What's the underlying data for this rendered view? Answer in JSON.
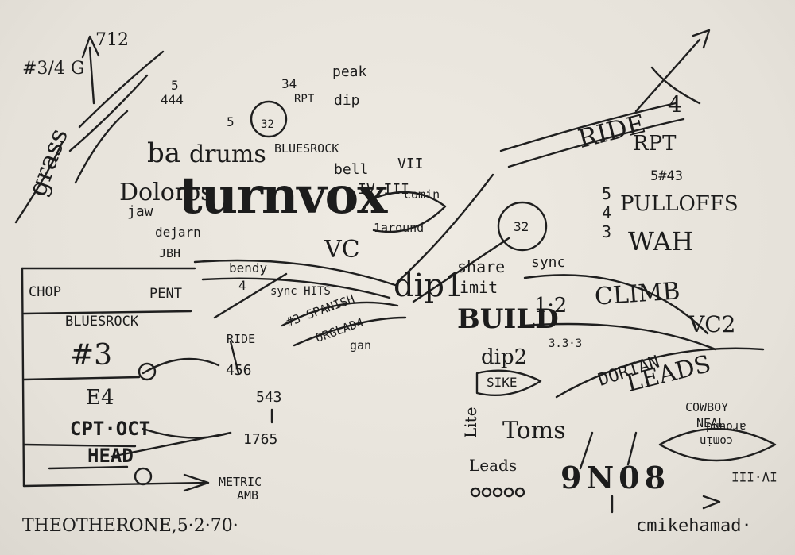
{
  "sketch": {
    "signature": "THEOTHERONE,5·2·70·",
    "credit": "cmikehamad·",
    "left_panel": {
      "chop": "CHOP",
      "pent": "PENT",
      "bluesrock": "BLUESROCK",
      "sharp3": "#3",
      "e4": "E4",
      "cpt_oct": "CPT·OCT",
      "head": "HEAD",
      "metric": "METRIC",
      "amb": "AMB"
    },
    "top_left": {
      "sharp_g": "#3/4 G",
      "num_712": "712",
      "num_5": "5",
      "num_444": "444",
      "num_5b": "5",
      "num_34": "34",
      "peak": "peak",
      "dip": "dip",
      "rpt": "RPT",
      "badge_32": "32",
      "bluesrock": "BLUESROCK",
      "bell": "bell",
      "vii": "VII",
      "ba": "ba",
      "drums": "drums",
      "jaw": "jaw",
      "grass": "grass",
      "jbh": "JBH",
      "dolores": "Doloros",
      "dejarin": "dejarn",
      "shumvox": "turnvox",
      "iv_iii": "IV·III",
      "comin": "comin",
      "around": "1around",
      "vc": "VC",
      "bendy": "bendy",
      "num_4": "4",
      "sync_hits": "sync HITS"
    },
    "middle": {
      "ride": "RIDE",
      "num_456": "456",
      "num_543": "543",
      "num_1765": "1765",
      "spanish": "#3 SPANISH",
      "orglad": "ORGLAD4",
      "gan": "gan",
      "dip1": "dip1",
      "share": "share",
      "imit": "imit",
      "build": "BUILD",
      "one_two": "1·2",
      "dip2": "dip2",
      "sike": "SIKE"
    },
    "right": {
      "ride": "RIDE",
      "num_4": "4",
      "rpt": "RPT",
      "sharp43": "5#43",
      "pulloffs": "PULLOFFS",
      "num_5": "5",
      "num_4b": "4",
      "num_3": "3",
      "wah": "WAH",
      "badge_32": "32",
      "sync": "sync",
      "climb": "CLIMB",
      "vc2": "VC2",
      "num_3rpt": "3.3·3",
      "dorian": "DORIAN",
      "leads": "LEADS",
      "cowboy": "COWBOY",
      "neal": "NEAL",
      "lite": "Lite",
      "leads_lower": "Leads",
      "toms": "Toms",
      "numerals": "9N08",
      "comin_upside": "comin",
      "around_upside": "around",
      "iii_iv": "IV·III"
    }
  }
}
